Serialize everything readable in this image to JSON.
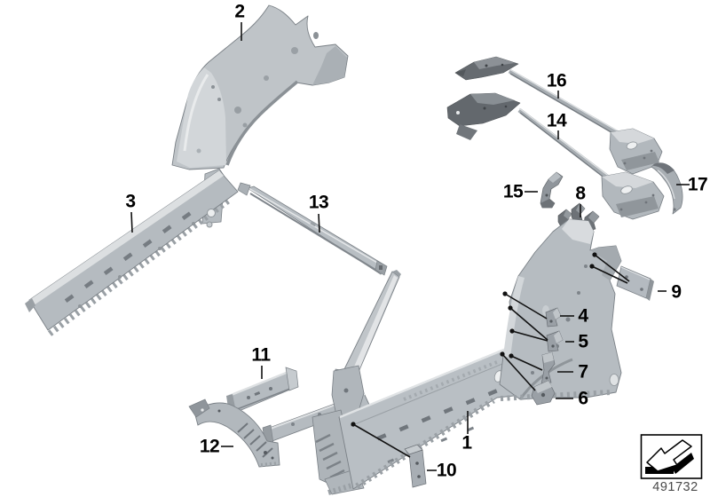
{
  "title": "body side frame exploded parts diagram",
  "diagram_id": "491732",
  "callouts": {
    "c1": "1",
    "c2": "2",
    "c3": "3",
    "c4": "4",
    "c5": "5",
    "c6": "6",
    "c7": "7",
    "c8": "8",
    "c9": "9",
    "c10": "10",
    "c11": "11",
    "c12": "12",
    "c13": "13",
    "c14": "14",
    "c15": "15",
    "c16": "16",
    "c17": "17"
  },
  "icons": {
    "view_direction_arrow": "3d-arrow-down-left"
  },
  "colors": {
    "background": "#ffffff",
    "line": "#000000",
    "part_base": "#b5bbc0",
    "part_light": "#d8dbde",
    "part_dark": "#868c92",
    "part_darkest": "#63686d",
    "id_text": "#4a4a4a"
  }
}
